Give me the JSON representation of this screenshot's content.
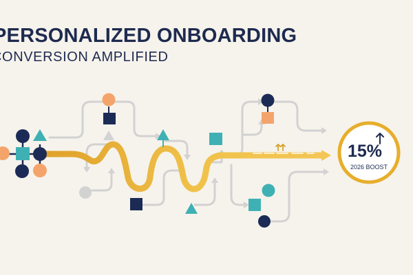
{
  "header": {
    "title": "PERSONALIZED ONBOARDING",
    "subtitle": "CONVERSION AMPLIFIED"
  },
  "kpi": {
    "value": "15%",
    "label": "2026 BOOST"
  },
  "colors": {
    "navy": "#1b2b55",
    "teal": "#3fb1b4",
    "orange": "#f4a46b",
    "gold": "#e7ae2c",
    "gray": "#d2d2d2"
  },
  "icons": [
    "arrow-up-icon",
    "double-arrow-up-icon",
    "circle-node-icon",
    "square-node-icon",
    "triangle-node-icon"
  ]
}
